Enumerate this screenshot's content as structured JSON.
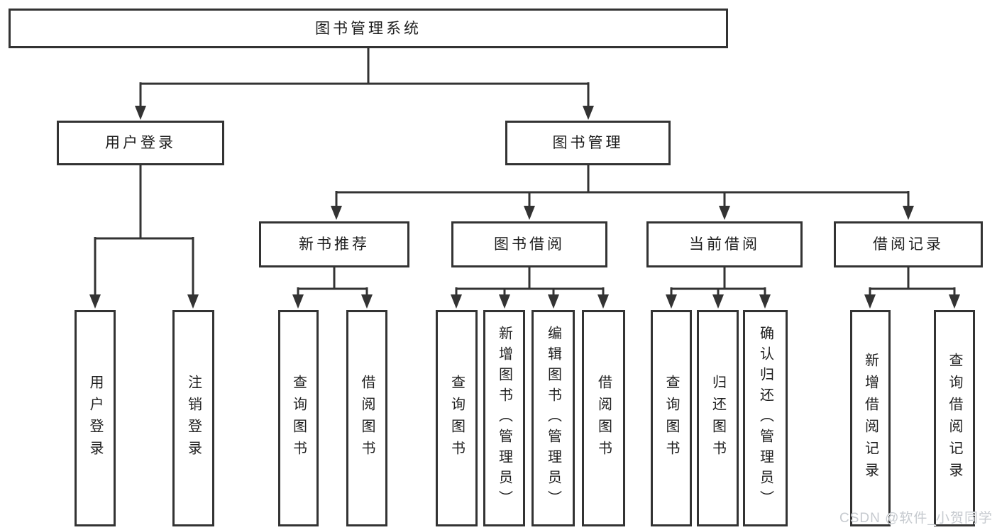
{
  "colors": {
    "line": "#333333",
    "box_border": "#333333",
    "text": "#1f1f1f",
    "background": "#ffffff",
    "watermark": "#c6cacf"
  },
  "watermark": {
    "text": "CSDN @软件_小贺同学"
  },
  "tree": {
    "root": {
      "label": "图书管理系统"
    },
    "user_login": {
      "label": "用户登录",
      "leaves": [
        {
          "label": "用户登录"
        },
        {
          "label": "注销登录"
        }
      ]
    },
    "book_mgmt": {
      "label": "图书管理",
      "groups": [
        {
          "label": "新书推荐",
          "leaves": [
            {
              "label": "查询图书"
            },
            {
              "label": "借阅图书"
            }
          ]
        },
        {
          "label": "图书借阅",
          "leaves": [
            {
              "label": "查询图书"
            },
            {
              "label": "新增图书（管理员）"
            },
            {
              "label": "编辑图书（管理员）"
            },
            {
              "label": "借阅图书"
            }
          ]
        },
        {
          "label": "当前借阅",
          "leaves": [
            {
              "label": "查询图书"
            },
            {
              "label": "归还图书"
            },
            {
              "label": "确认归还（管理员）"
            }
          ]
        },
        {
          "label": "借阅记录",
          "leaves": [
            {
              "label": "新增借阅记录"
            },
            {
              "label": "查询借阅记录"
            }
          ]
        }
      ]
    }
  }
}
